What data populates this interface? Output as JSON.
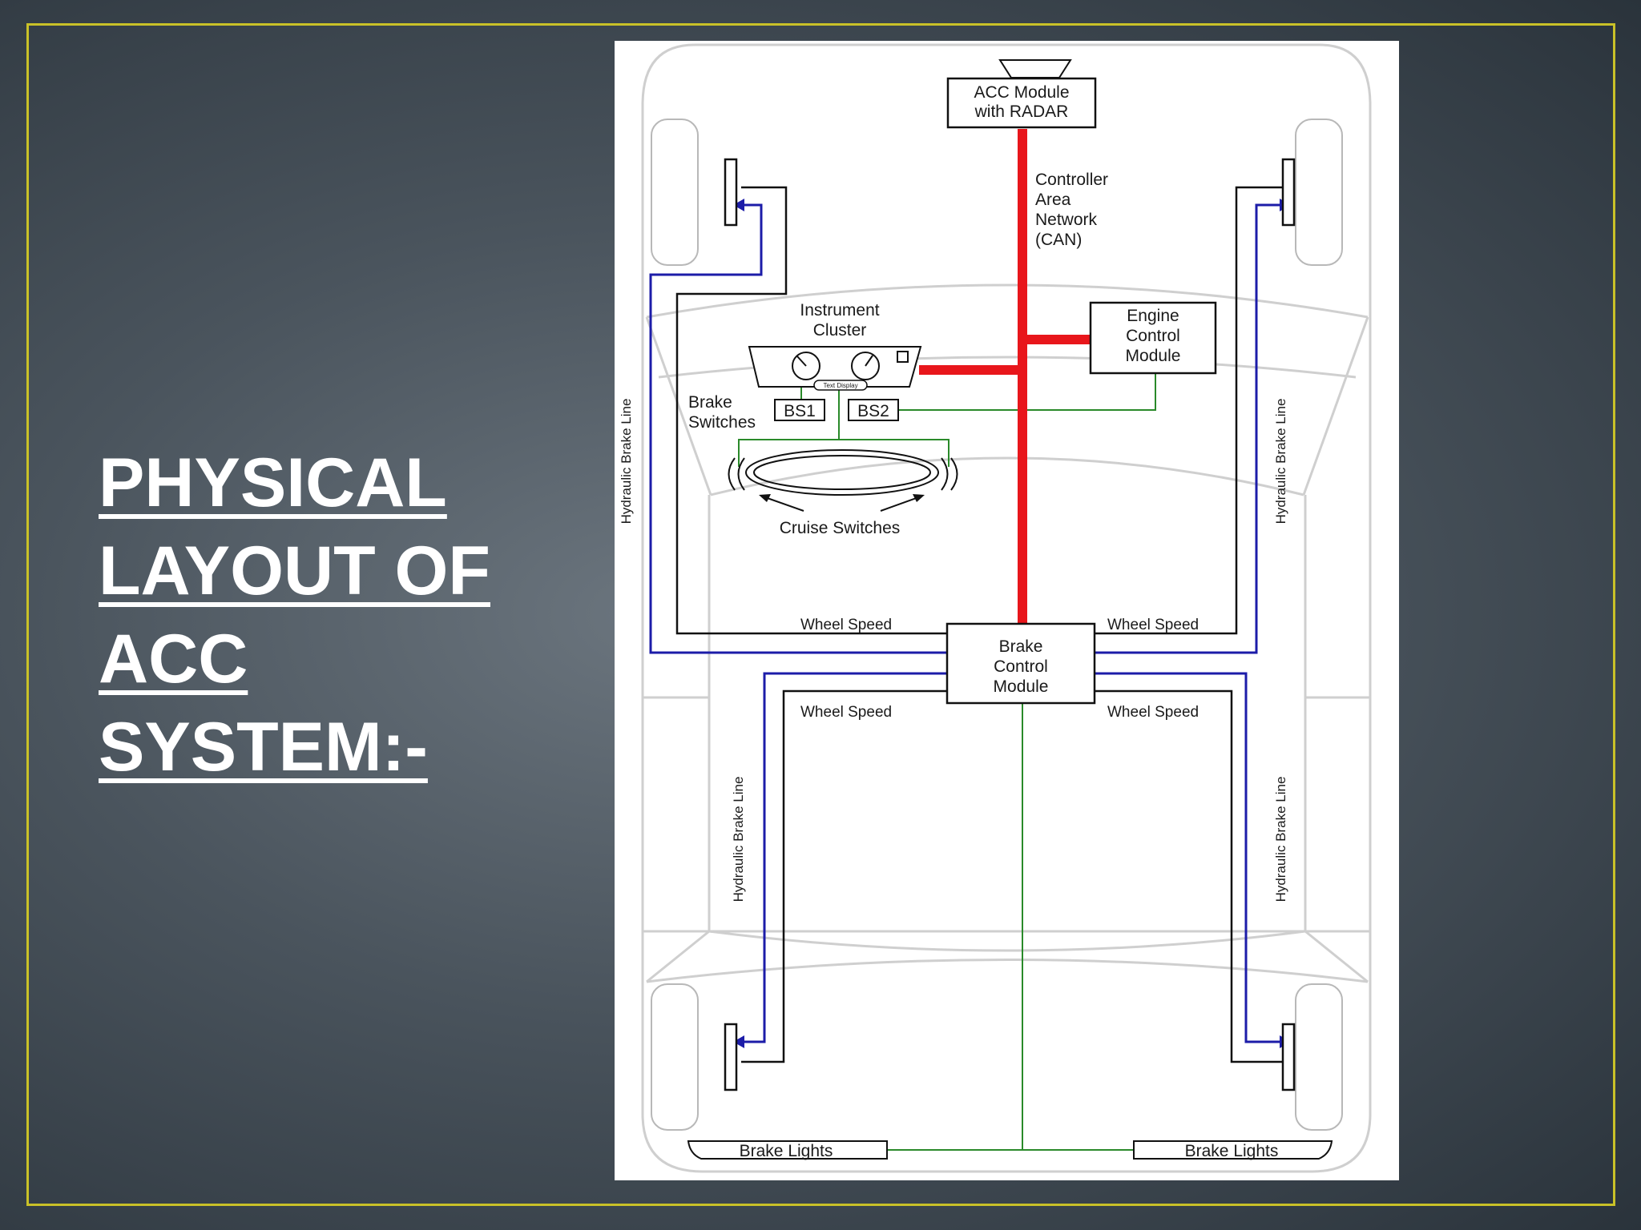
{
  "slide": {
    "title_lines": [
      "PHYSICAL",
      "LAYOUT OF",
      "ACC",
      "SYSTEM:-"
    ]
  },
  "diagram": {
    "acc_module": [
      "ACC Module",
      "with RADAR"
    ],
    "can_label": [
      "Controller",
      "Area",
      "Network",
      "(CAN)"
    ],
    "engine_module": [
      "Engine",
      "Control",
      "Module"
    ],
    "instrument_cluster": [
      "Instrument",
      "Cluster"
    ],
    "text_display": "Text Display",
    "brake_switches": [
      "Brake",
      "Switches"
    ],
    "bs1": "BS1",
    "bs2": "BS2",
    "cruise_switches": "Cruise Switches",
    "brake_module": [
      "Brake",
      "Control",
      "Module"
    ],
    "wheel_speed": "Wheel Speed",
    "hydraulic_brake_line": "Hydraulic Brake Line",
    "brake_lights": "Brake Lights"
  },
  "colors": {
    "can_bus": "#e8161b",
    "hydraulic": "#1c1ca8",
    "signal": "#2a8a2a",
    "wheel_speed_wire": "#111111",
    "car_outline": "#cfcfcf",
    "frame": "#c9c128"
  }
}
